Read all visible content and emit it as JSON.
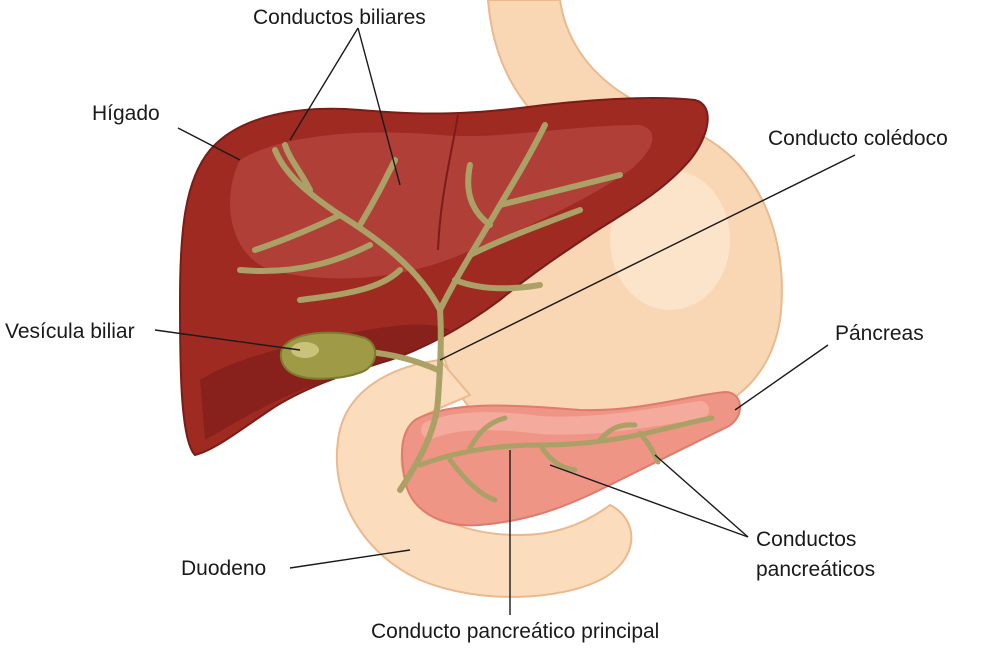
{
  "diagram": {
    "labels": {
      "conductos_biliares": "Conductos biliares",
      "higado": "Hígado",
      "conducto_coledoco": "Conducto colédoco",
      "vesicula_biliar": "Vesícula biliar",
      "pancreas": "Páncreas",
      "conductos_pancreaticos_line1": "Conductos",
      "conductos_pancreaticos_line2": "pancreáticos",
      "duodeno": "Duodeno",
      "conducto_pancreatico_principal": "Conducto pancreático principal"
    },
    "colors": {
      "liver": "#9e2a22",
      "liver_highlight": "#c0504a",
      "liver_shadow": "#7a1c17",
      "stomach": "#f9d7b4",
      "stomach_outline": "#eab98e",
      "duodenum": "#fbdcbc",
      "pancreas": "#ee9586",
      "pancreas_light": "#f6b3a5",
      "bile_duct": "#aba066",
      "gallbladder": "#9f9a45",
      "gallbladder_light": "#c9c37a"
    }
  }
}
